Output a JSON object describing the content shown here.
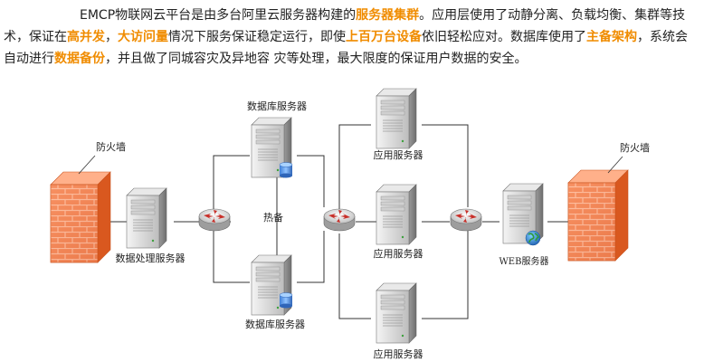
{
  "intro": {
    "t1": "EMCP物联网云平台是由多台阿里云服务器构建的",
    "h1": "服务器集群",
    "t2": "。应用层使用了动静分离、负载均衡、集群等技术，保证在",
    "h2": "高并发",
    "t3": "，",
    "h3": "大访问量",
    "t4": "情况下服务保证稳定运行，即使",
    "h4": "上百万台设备",
    "t5": "依旧轻松应对。数据库使用了",
    "h5": "主备架构",
    "t6": "，系统会自动进行",
    "h6": "数据备份",
    "t7": "，并且做了同城容灾及异地容 灾等处理，最大限度的保证用户数据的安全。"
  },
  "diagram": {
    "firewall_left": "防火墙",
    "firewall_right": "防火墙",
    "data_processing_server": "数据处理服务器",
    "db_server_top": "数据库服务器",
    "db_server_bottom": "数据库服务器",
    "hot_standby": "热备",
    "app_server_1": "应用服务器",
    "app_server_2": "应用服务器",
    "app_server_3": "应用服务器",
    "web_server": "WEB服务器"
  },
  "colors": {
    "highlight": "#f08c00",
    "firewall": "#f07a4a",
    "router": "#c9c9c9",
    "link": "#333333"
  }
}
